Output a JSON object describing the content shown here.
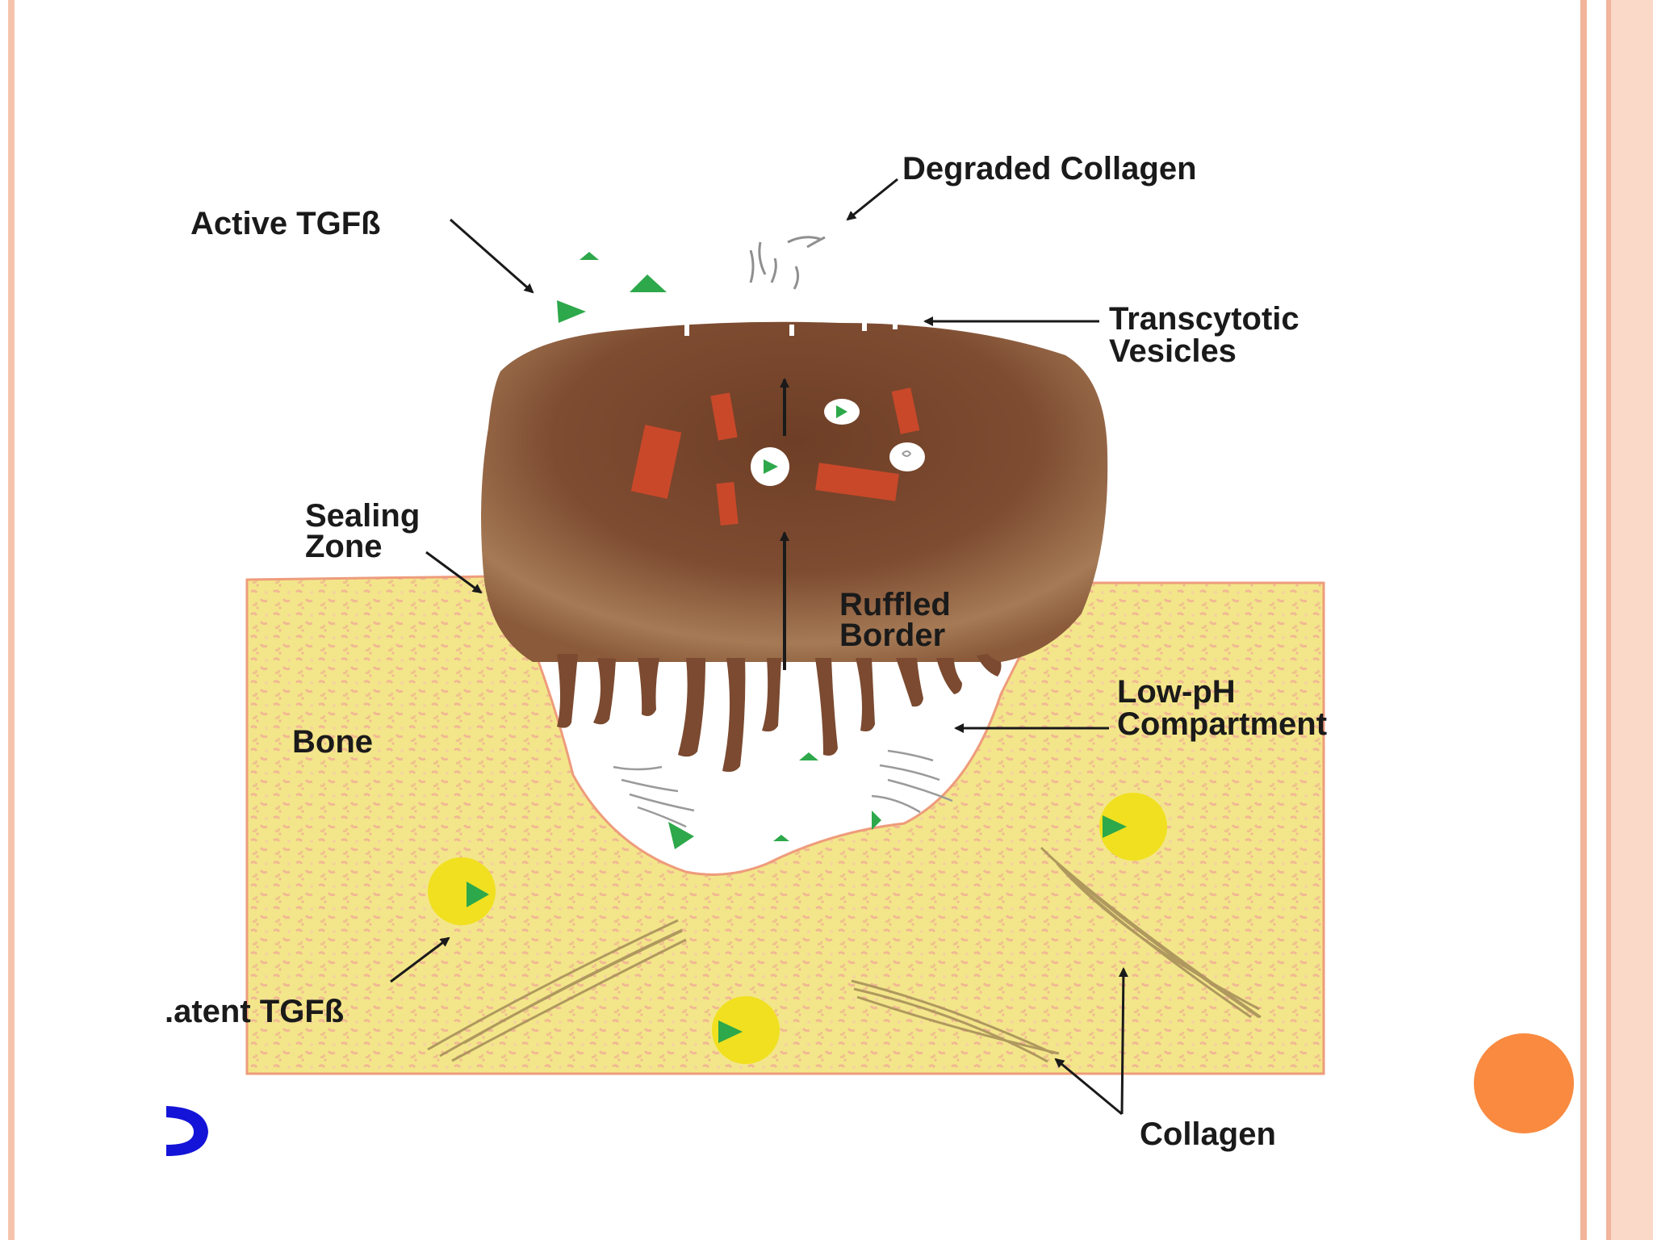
{
  "labels": {
    "active_tgfb": "Active TGFß",
    "degraded_collagen": "Degraded Collagen",
    "transcytotic_line1": "Transcytotic",
    "transcytotic_line2": "Vesicles",
    "sealing_line1": "Sealing",
    "sealing_line2": "Zone",
    "ruffled_line1": "Ruffled",
    "ruffled_line2": "Border",
    "lowph_line1": "Low-pH",
    "lowph_line2": "Compartment",
    "bone": "Bone",
    "latent_tgfb": ".atent TGFß",
    "collagen": "Collagen"
  },
  "colors": {
    "bone": "#f3e68a",
    "bone_speckle": "#f1b994",
    "cell": "#7b4a30",
    "cell_light": "#b5875c",
    "lysosome": "#c9482a",
    "tgf_green": "#2da84a",
    "latent_yellow": "#f0e020",
    "collagen_fiber": "#a8915a",
    "accent_orange": "#f98a40",
    "frame_pink": "#f6c4ad"
  }
}
